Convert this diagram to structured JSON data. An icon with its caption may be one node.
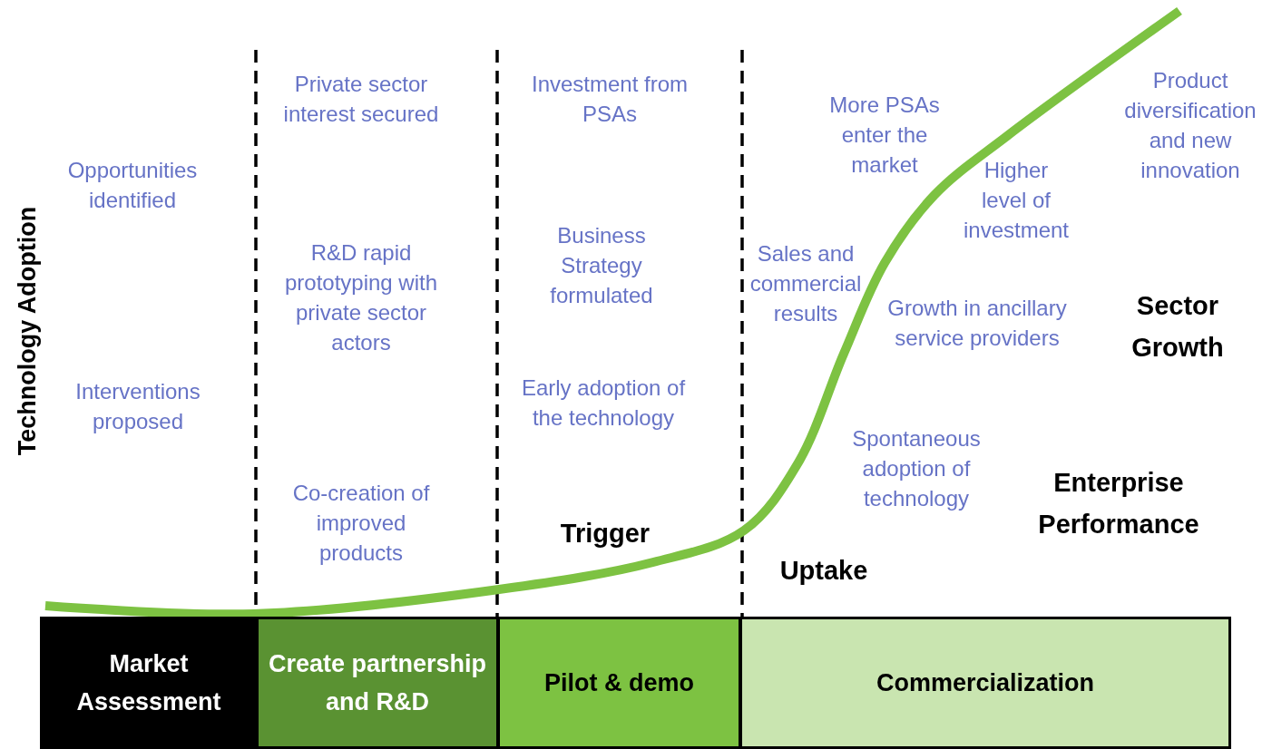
{
  "diagram": {
    "nodes": [
      {
        "text": [
          "Market Assessment"
        ]
      },
      {
        "text": [
          "Create partnership and R&D"
        ]
      },
      {
        "text": [
          "Pilot & demo"
        ]
      },
      {
        "text": [
          "Commercialization"
        ]
      }
    ],
    "labels": [
      "Technology Adoption",
      "Private sector interest secured",
      "Investment from PSAs",
      "Product diversification and new innovation",
      "More PSAs enter the market",
      "Opportunities identified",
      "Higher level of investment",
      "R&D rapid prototyping with private sector actors",
      "Business Strategy formulated",
      "Sales and commercial results",
      "Sector Growth",
      "Growth in ancillary service providers",
      "Interventions proposed",
      "Early adoption of the technology",
      "Spontaneous adoption of technology",
      "Enterprise Performance",
      "Co-creation of improved products",
      "Trigger",
      "Uptake"
    ]
  }
}
